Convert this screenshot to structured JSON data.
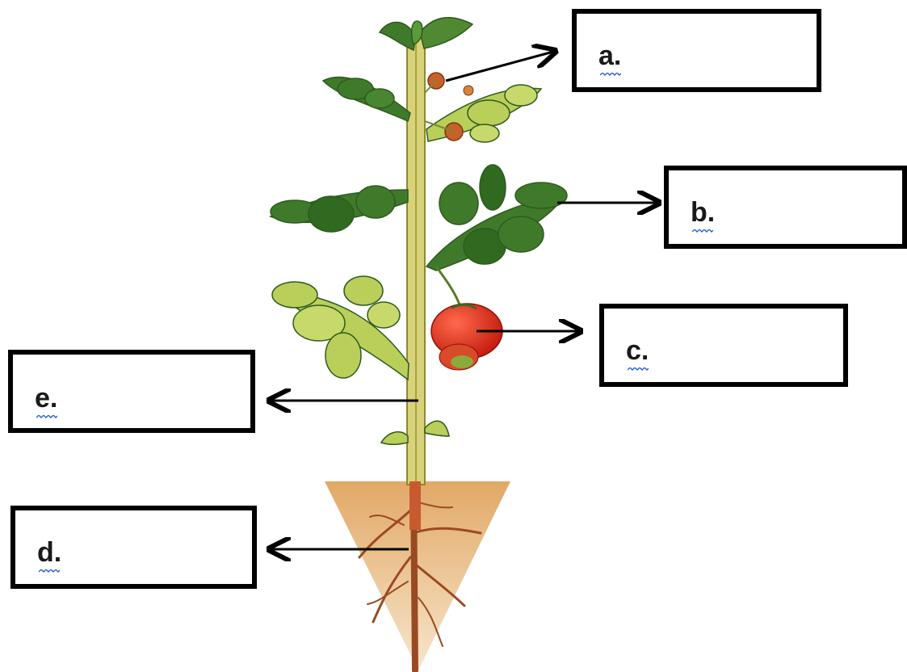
{
  "labels": {
    "a": "a.",
    "b": "b.",
    "c": "c.",
    "d": "d.",
    "e": "e."
  },
  "colors": {
    "stem": "#d8d27a",
    "leaf_dark": "#3f7a2a",
    "leaf_light": "#b9cf5a",
    "fruit": "#e0301c",
    "flower": "#c8602a",
    "soil": "#e8b97e",
    "root": "#9a4a22",
    "arrow": "#000000",
    "box_border": "#000000"
  },
  "icons": {
    "plant": "tomato-plant-illustration",
    "arrows": "arrow-right"
  }
}
